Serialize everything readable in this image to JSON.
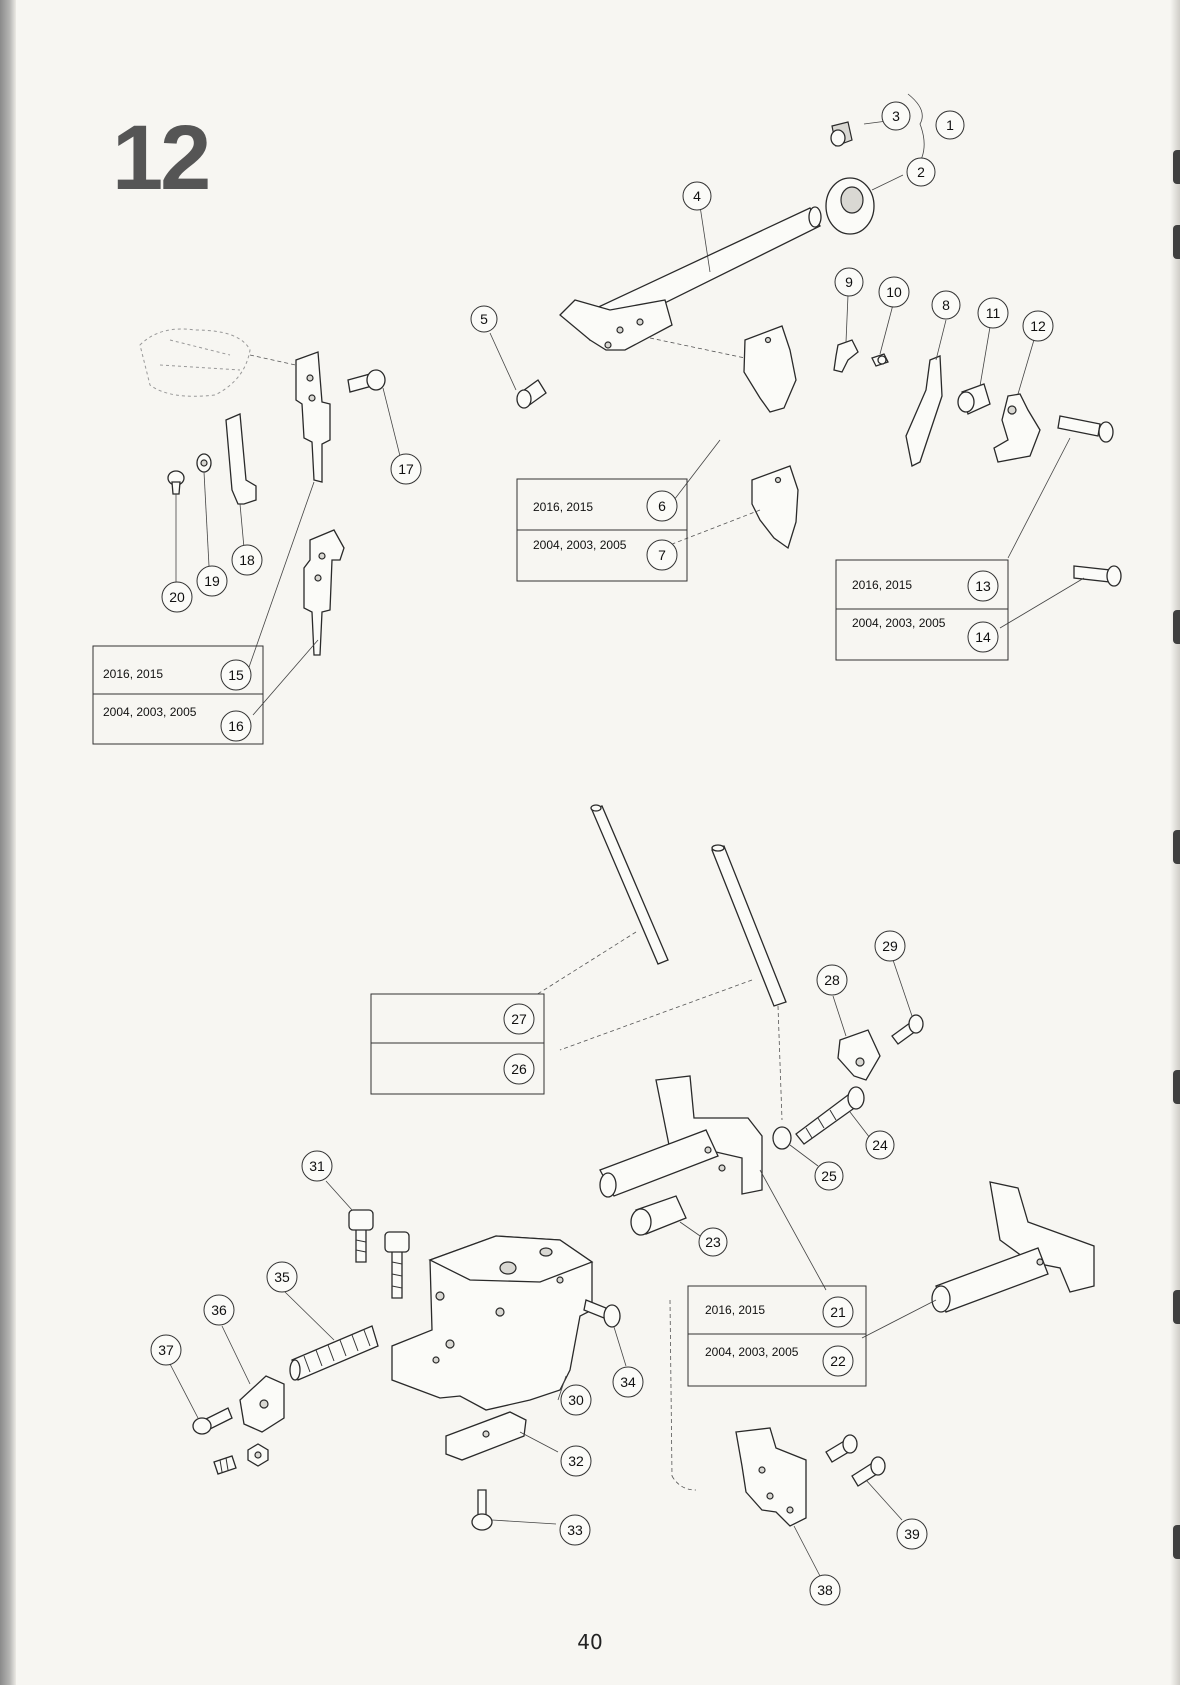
{
  "chapter": "12",
  "page_number": "40",
  "model_labels": {
    "a": "2016, 2015",
    "b": "2004, 2003, 2005"
  },
  "variant_boxes": [
    {
      "name": "box-15-16",
      "models": [
        "2016, 2015",
        "2004, 2003, 2005"
      ],
      "parts": [
        "15",
        "16"
      ]
    },
    {
      "name": "box-6-7",
      "models": [
        "2016, 2015",
        "2004, 2003, 2005"
      ],
      "parts": [
        "6",
        "7"
      ]
    },
    {
      "name": "box-13-14",
      "models": [
        "2016, 2015",
        "2004, 2003, 2005"
      ],
      "parts": [
        "13",
        "14"
      ]
    },
    {
      "name": "box-27-26",
      "models": [
        "",
        ""
      ],
      "parts": [
        "27",
        "26"
      ]
    },
    {
      "name": "box-21-22",
      "models": [
        "2016, 2015",
        "2004, 2003, 2005"
      ],
      "parts": [
        "21",
        "22"
      ]
    }
  ],
  "callouts": [
    "1",
    "2",
    "3",
    "4",
    "5",
    "8",
    "9",
    "10",
    "11",
    "12",
    "17",
    "18",
    "19",
    "20",
    "23",
    "24",
    "25",
    "28",
    "29",
    "30",
    "31",
    "32",
    "33",
    "34",
    "35",
    "36",
    "37",
    "38",
    "39"
  ]
}
